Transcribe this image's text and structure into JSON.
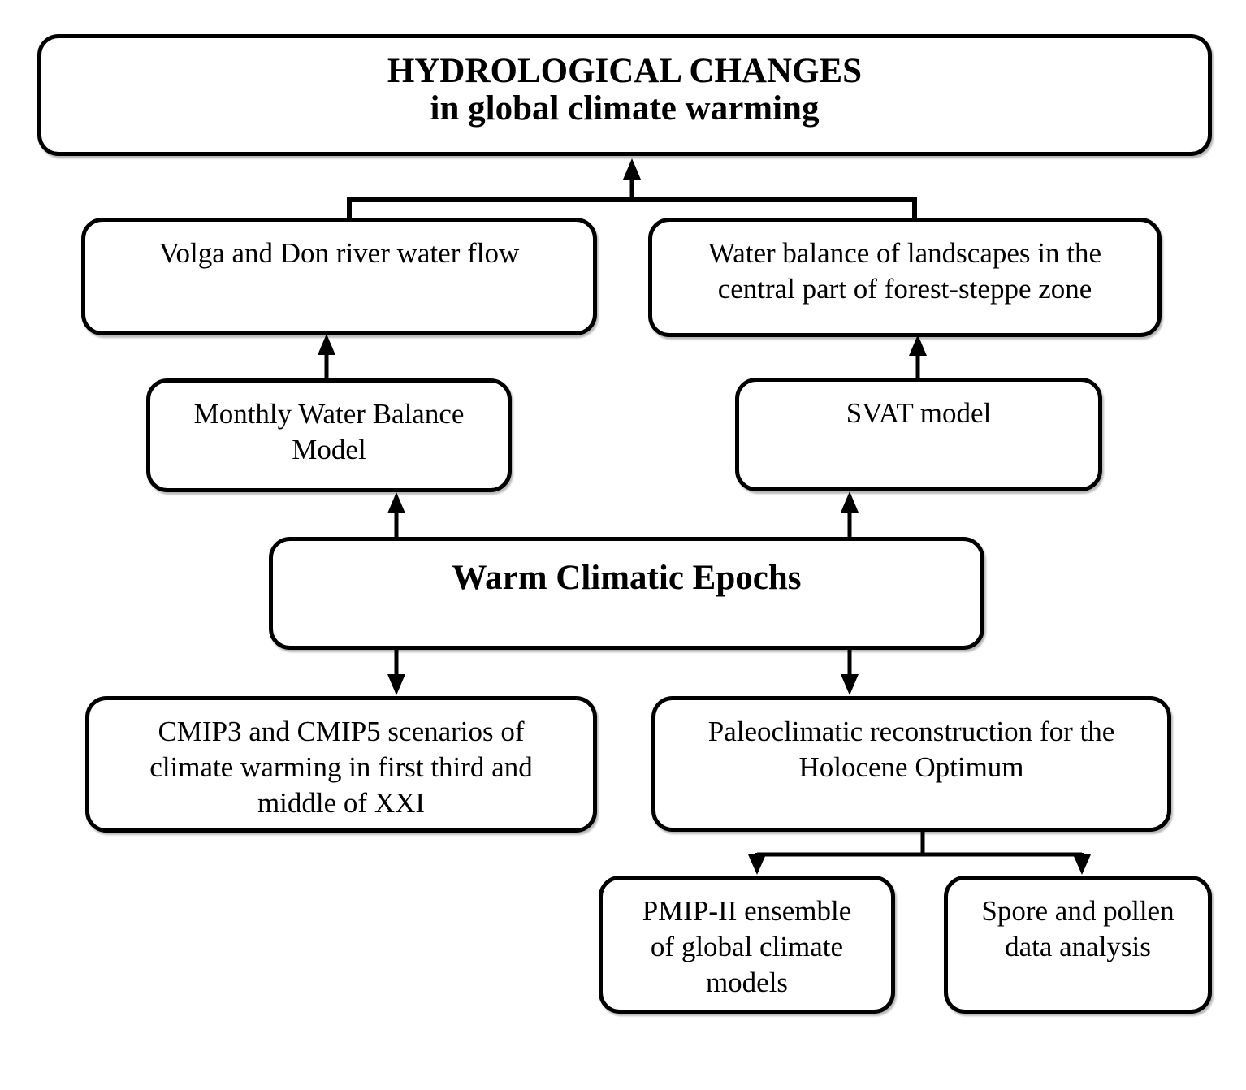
{
  "diagram_title": "HYDROLOGICAL CHANGES in global climate warming",
  "nodes": {
    "title": {
      "lines": [
        "HYDROLOGICAL CHANGES",
        "in global climate warming"
      ],
      "emphasis": "bold"
    },
    "volga": {
      "lines": [
        "Volga and Don river water flow"
      ],
      "emphasis": "normal"
    },
    "water_balance": {
      "lines": [
        "Water balance of landscapes in the",
        "central part of forest-steppe zone"
      ],
      "emphasis": "normal"
    },
    "monthly_model": {
      "lines": [
        "Monthly Water Balance",
        "Model"
      ],
      "emphasis": "normal"
    },
    "svat": {
      "lines": [
        "SVAT model"
      ],
      "emphasis": "normal"
    },
    "warm_epochs": {
      "lines": [
        "Warm Climatic Epochs"
      ],
      "emphasis": "bold"
    },
    "cmip": {
      "lines": [
        "CMIP3 and CMIP5 scenarios of",
        "climate warming in first third and",
        "middle of XXI"
      ],
      "emphasis": "normal"
    },
    "paleo": {
      "lines": [
        "Paleoclimatic reconstruction for the",
        "Holocene Optimum"
      ],
      "emphasis": "normal"
    },
    "pmip": {
      "lines": [
        "PMIP-II ensemble",
        "of global climate",
        "models"
      ],
      "emphasis": "normal"
    },
    "spore": {
      "lines": [
        "Spore and pollen",
        "data analysis"
      ],
      "emphasis": "normal"
    }
  },
  "edges": [
    {
      "from": "volga",
      "to": "title",
      "direction": "up"
    },
    {
      "from": "water_balance",
      "to": "title",
      "direction": "up"
    },
    {
      "from": "monthly_model",
      "to": "volga",
      "direction": "up"
    },
    {
      "from": "svat",
      "to": "water_balance",
      "direction": "up"
    },
    {
      "from": "warm_epochs",
      "to": "monthly_model",
      "direction": "up"
    },
    {
      "from": "warm_epochs",
      "to": "svat",
      "direction": "up"
    },
    {
      "from": "warm_epochs",
      "to": "cmip",
      "direction": "down"
    },
    {
      "from": "warm_epochs",
      "to": "paleo",
      "direction": "down"
    },
    {
      "from": "paleo",
      "to": "pmip",
      "direction": "down"
    },
    {
      "from": "paleo",
      "to": "spore",
      "direction": "down"
    }
  ],
  "colors": {
    "stroke": "#000000",
    "node_fill": "#ffffff",
    "text": "#000000",
    "background": "#ffffff"
  }
}
